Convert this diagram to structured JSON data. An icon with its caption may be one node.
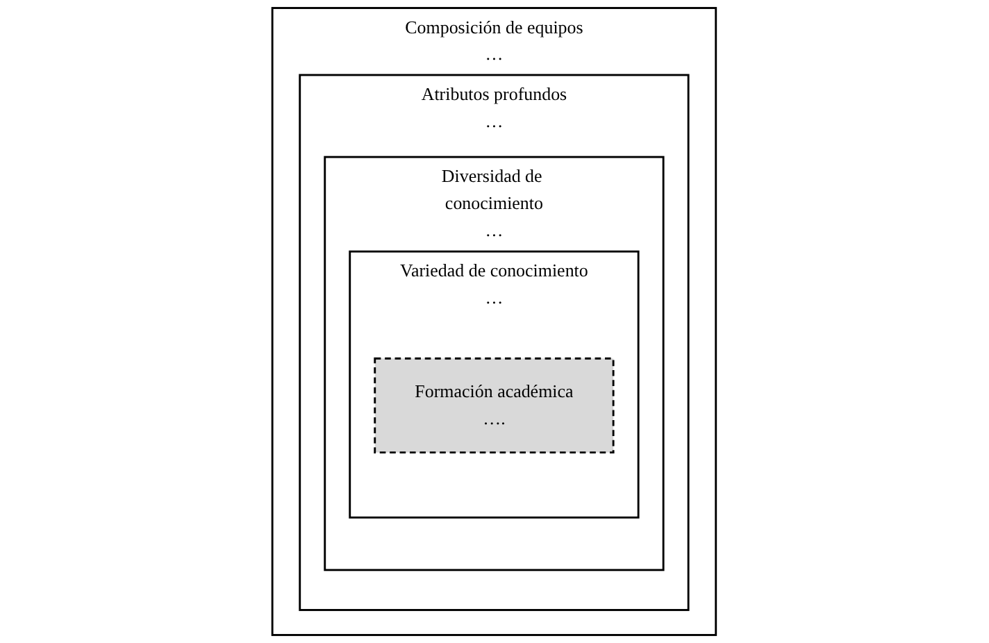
{
  "diagram": {
    "nodes": [
      {
        "text": [
          "Composición de equipos",
          "…"
        ]
      },
      {
        "text": [
          "Atributos profundos",
          "…"
        ],
        "in": 0
      },
      {
        "text": [
          "Diversidad de conocimiento",
          "…"
        ],
        "in": 1
      },
      {
        "text": [
          "Variedad de conocimiento",
          "…"
        ],
        "in": 2
      },
      {
        "text": [
          "Formación académica",
          "…."
        ],
        "in": 3
      }
    ],
    "edges": []
  }
}
